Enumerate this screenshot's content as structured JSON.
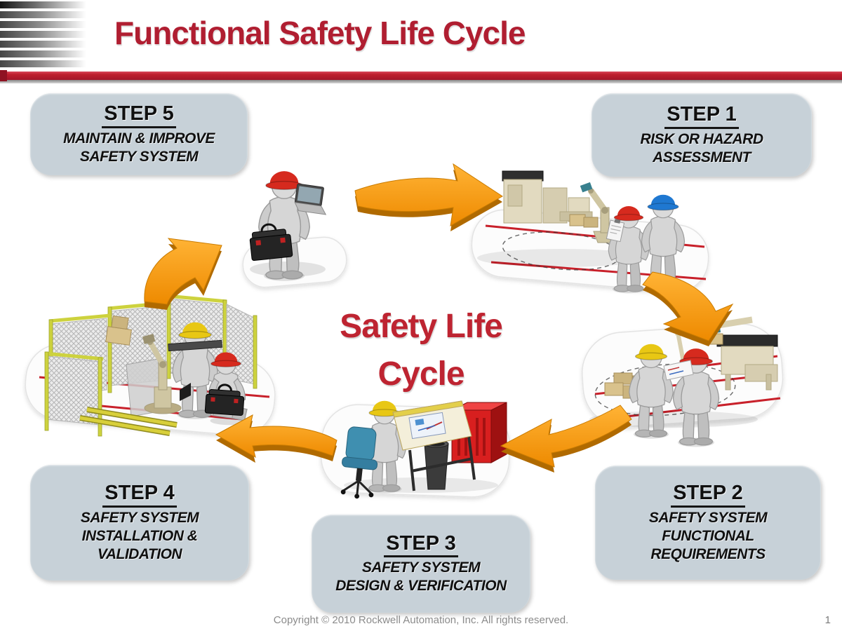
{
  "header": {
    "title": "Functional Safety Life Cycle"
  },
  "center": {
    "title_line1": "Safety Life",
    "title_line2": "Cycle"
  },
  "steps": [
    {
      "id": "step1",
      "title": "STEP 1",
      "lines": [
        "RISK OR HAZARD",
        "ASSESSMENT"
      ]
    },
    {
      "id": "step2",
      "title": "STEP 2",
      "lines": [
        "SAFETY SYSTEM",
        "FUNCTIONAL",
        "REQUIREMENTS"
      ]
    },
    {
      "id": "step3",
      "title": "STEP 3",
      "lines": [
        "SAFETY SYSTEM",
        "DESIGN & VERIFICATION"
      ]
    },
    {
      "id": "step4",
      "title": "STEP 4",
      "lines": [
        "SAFETY SYSTEM",
        "INSTALLATION &",
        "VALIDATION"
      ]
    },
    {
      "id": "step5",
      "title": "STEP 5",
      "lines": [
        "MAINTAIN & IMPROVE",
        "SAFETY SYSTEM"
      ]
    }
  ],
  "footer": {
    "copyright": "Copyright © 2010 Rockwell Automation, Inc. All rights reserved.",
    "page_number": "1"
  },
  "colors": {
    "title_red": "#B01E31",
    "divider_red": "#BE1E2D",
    "step_box_fill": "#C7D1D8",
    "arrow_orange": "#F49C17",
    "center_text_red": "#BE2431",
    "hat_red": "#D62A1E",
    "hat_yellow": "#E8C714",
    "hat_blue": "#1F78D1"
  },
  "illustrations": {
    "maintain_worker": "worker-with-laptop-and-toolbox-icon",
    "risk_assessment": "factory-inspection-scene-icon",
    "functional_requirements": "plan-review-scene-icon",
    "design_verification": "drafting-table-scene-icon",
    "installation_validation": "safety-fence-installation-scene-icon",
    "cycle_arrows": "orange-3d-curved-arrow-icons"
  }
}
